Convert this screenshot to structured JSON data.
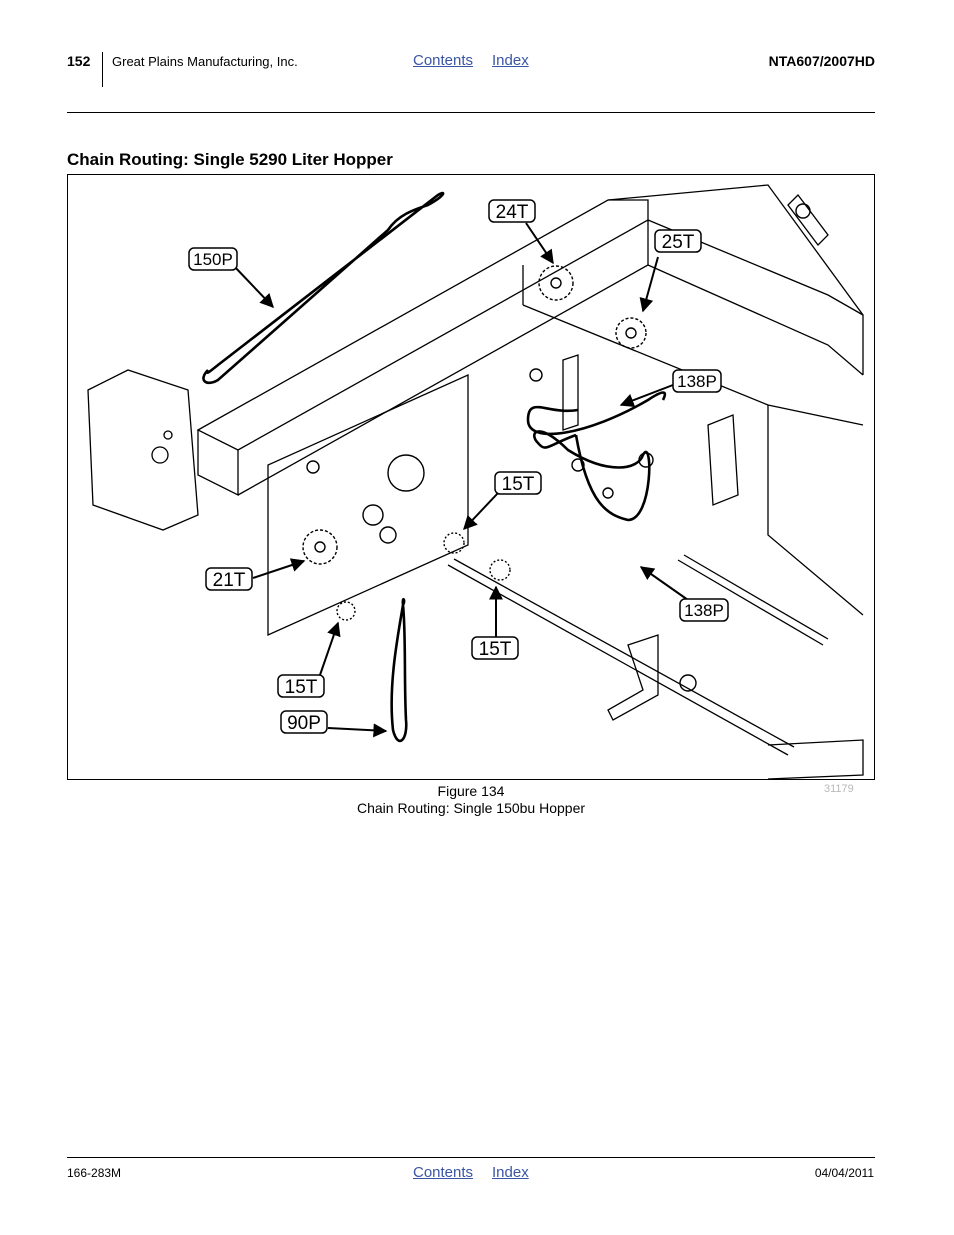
{
  "header": {
    "page_number": "152",
    "company": "Great Plains Manufacturing, Inc.",
    "nav": {
      "contents": "Contents",
      "index": "Index"
    },
    "doc_code": "NTA607/2007HD"
  },
  "section": {
    "title": "Chain Routing: Single 5290 Liter Hopper"
  },
  "figure": {
    "callouts": {
      "c150p": "150P",
      "c24t": "24T",
      "c25t": "25T",
      "c138p_a": "138P",
      "c15t_a": "15T",
      "c21t": "21T",
      "c138p_b": "138P",
      "c15t_b": "15T",
      "c15t_c": "15T",
      "c90p": "90P"
    },
    "number": "Figure 134",
    "caption": "Chain Routing: Single 150bu Hopper",
    "image_id": "31179"
  },
  "footer": {
    "part_number": "166-283M",
    "nav": {
      "contents": "Contents",
      "index": "Index"
    },
    "date": "04/04/2011"
  }
}
